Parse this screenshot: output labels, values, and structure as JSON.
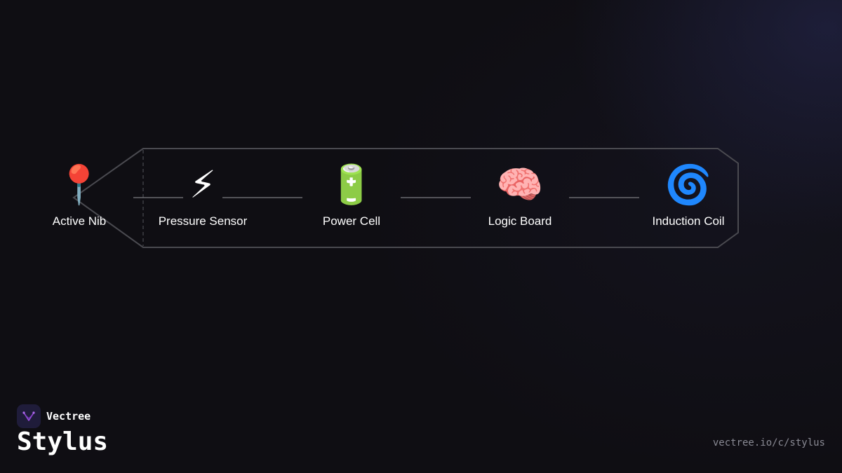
{
  "diagram": {
    "nodes": [
      {
        "icon": "pin-icon",
        "emoji": "📍",
        "label": "Active Nib"
      },
      {
        "icon": "lightning-icon",
        "emoji": "⚡",
        "label": "Pressure Sensor"
      },
      {
        "icon": "battery-icon",
        "emoji": "🔋",
        "label": "Power Cell"
      },
      {
        "icon": "brain-icon",
        "emoji": "🧠",
        "label": "Logic Board"
      },
      {
        "icon": "cyclone-icon",
        "emoji": "🌀",
        "label": "Induction Coil"
      }
    ]
  },
  "footer": {
    "brand_name": "Vectree",
    "title": "Stylus",
    "url": "vectree.io/c/stylus"
  },
  "colors": {
    "background": "#0f0e13",
    "outline": "#4a4a50",
    "logo_bg": "#1f1c3a",
    "logo_accent": "#9b4de0"
  }
}
